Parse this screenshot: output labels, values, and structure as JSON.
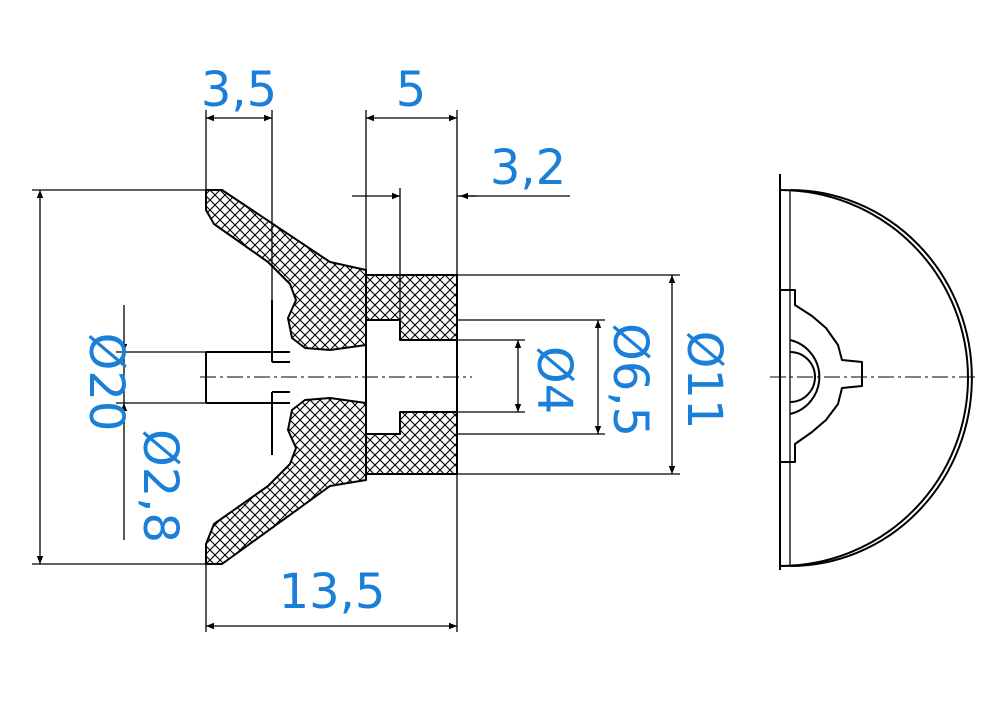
{
  "colors": {
    "dimension_text": "#1a7fd9",
    "lines": "#000000",
    "background": "#ffffff"
  },
  "dimensions": {
    "rim_thickness": "3,5",
    "insert_length": "5",
    "insert_offset": "3,2",
    "outer_diameter": "Ø20",
    "hole_diameter": "Ø2,8",
    "total_length": "13,5",
    "bore_diameter": "Ø4",
    "insert_bore_diameter": "Ø6,5",
    "insert_outer_diameter": "Ø11"
  }
}
